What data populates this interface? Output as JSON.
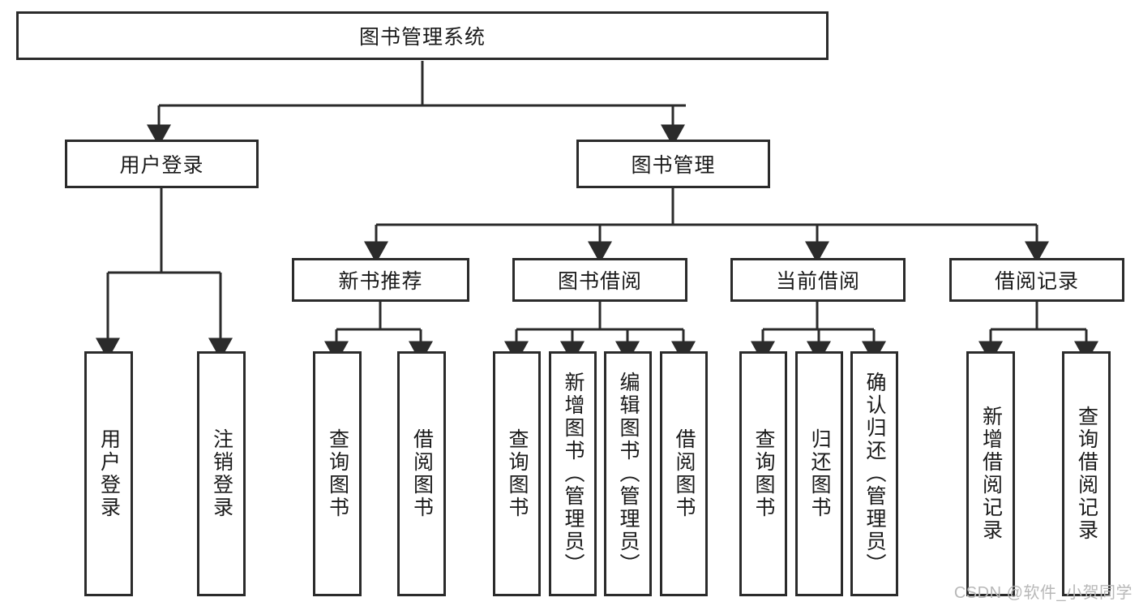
{
  "diagram": {
    "title_box": {
      "label": "图书管理系统"
    },
    "level2": [
      {
        "id": "user-login",
        "label": "用户登录"
      },
      {
        "id": "book-manage",
        "label": "图书管理"
      }
    ],
    "level3": [
      {
        "id": "new-book-recommend",
        "label": "新书推荐"
      },
      {
        "id": "book-borrow",
        "label": "图书借阅"
      },
      {
        "id": "current-borrow",
        "label": "当前借阅"
      },
      {
        "id": "borrow-record",
        "label": "借阅记录"
      }
    ],
    "leaves": {
      "user_login": [
        {
          "id": "leaf-user-login",
          "label": "用户登录"
        },
        {
          "id": "leaf-user-logout",
          "label": "注销登录"
        }
      ],
      "new_book_recommend": [
        {
          "id": "leaf-query-book-1",
          "label": "查询图书"
        },
        {
          "id": "leaf-borrow-book-1",
          "label": "借阅图书"
        }
      ],
      "book_borrow": [
        {
          "id": "leaf-query-book-2",
          "label": "查询图书"
        },
        {
          "id": "leaf-add-book",
          "label": "新增图书（管理员）"
        },
        {
          "id": "leaf-edit-book",
          "label": "编辑图书（管理员）"
        },
        {
          "id": "leaf-borrow-book-2",
          "label": "借阅图书"
        }
      ],
      "current_borrow": [
        {
          "id": "leaf-query-book-3",
          "label": "查询图书"
        },
        {
          "id": "leaf-return-book",
          "label": "归还图书"
        },
        {
          "id": "leaf-confirm-return",
          "label": "确认归还（管理员）"
        }
      ],
      "borrow_record": [
        {
          "id": "leaf-add-record",
          "label": "新增借阅记录"
        },
        {
          "id": "leaf-query-record",
          "label": "查询借阅记录"
        }
      ]
    }
  },
  "watermark": {
    "text": "CSDN @软件_小贺同学"
  },
  "colors": {
    "stroke": "#2b2b2b",
    "fill": "#ffffff",
    "text": "#1a1a1a",
    "watermark": "#b8b8b8"
  }
}
